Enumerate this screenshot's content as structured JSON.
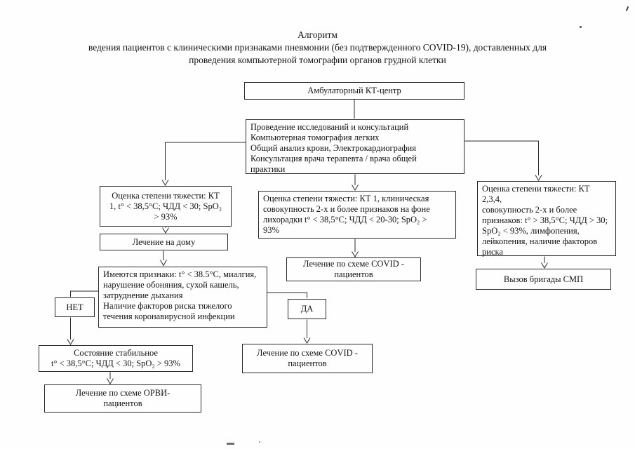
{
  "title": {
    "line1": "Алгоритм",
    "line2": "ведения пациентов с клиническими признаками пневмонии (без подтвержденного COVID-19), доставленных для",
    "line3": "проведения компьютерной томографии органов грудной клетки"
  },
  "nodes": {
    "ambulatory_ct_center": "Амбулаторный КТ-центр",
    "examinations": "Проведение исследований и консультаций\nКомпьютерная томография легких\nОбщий анализ крови, Электрокардиография\nКонсультация врача терапевта / врача общей\nпрактики",
    "severity_kt1_mild": "Оценка степени тяжести: КТ\n1, t° < 38,5°C; ЧДД < 30; SpO₂\n> 93%",
    "home_treatment": "Лечение на дому",
    "severity_kt1_moderate": "Оценка степени тяжести: КТ 1, клиническая\nсовокупность 2-х и более признаков на фоне\nлихорадки t° < 38,5°C; ЧДД < 20-30; SpO₂ >\n93%",
    "severity_kt234": "Оценка степени тяжести: КТ 2,3,4,\nсовокупность 2-х и более\nпризнаков: t° > 38,5°C; ЧДД > 30;\nSpO₂ < 93%, лимфопения,\nлейкопения, наличие факторов\nриска",
    "covid_treatment_1": "Лечение по схеме COVID -\nпациентов",
    "ems_call": "Вызов бригады СМП",
    "signs_check": "Имеются признаки: t° < 38.5°C, миалгия,\nнарушение обоняния, сухой кашель,\nзатруднение дыхания\nНаличие факторов риска тяжелого\nтечения коронавирусной инфекции",
    "no_label": "НЕТ",
    "yes_label": "ДА",
    "stable_state": "Состояние стабильное\nt° < 38,5°C; ЧДД < 30; SpO₂ > 93%",
    "orvi_treatment": "Лечение по схеме ОРВИ-\nпациентов",
    "covid_treatment_2": "Лечение по схеме COVID -\nпациентов"
  },
  "colors": {
    "line": "#2b2b2b",
    "background": "#fefefe"
  }
}
